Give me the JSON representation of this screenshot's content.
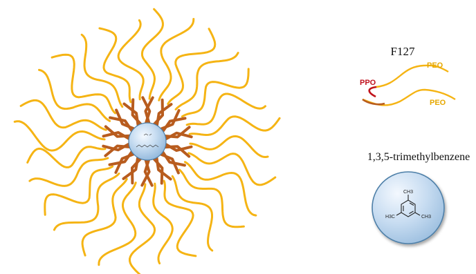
{
  "labels": {
    "polymer_name": "F127",
    "ppo": "PPO",
    "peo_top": "PEO",
    "peo_bottom": "PEO",
    "swelling_agent": "1,3,5-trimethylbenzene",
    "methyl_top": "CH3",
    "methyl_left": "H3C",
    "methyl_right": "CH3"
  },
  "colors": {
    "peo": "#f5b414",
    "ppo_chain": "#b85c1e",
    "ppo_label": "#c0121e",
    "peo_label": "#e6a800",
    "core_fill": "#c9def2",
    "core_stroke": "#4d7fa8"
  },
  "micelle": {
    "peo_chain_count": 28,
    "ppo_chain_count": 28
  }
}
